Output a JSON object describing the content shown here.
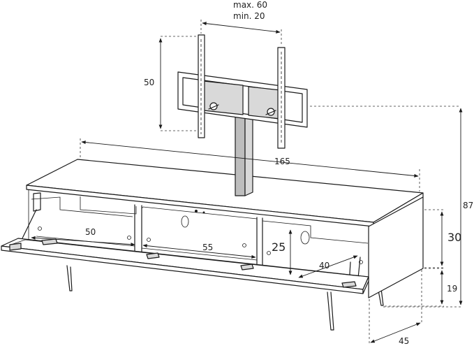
{
  "dimensions": {
    "bracket_spacing_max": "max. 60",
    "bracket_spacing_min": "min. 20",
    "bracket_height": "50",
    "cabinet_width": "165",
    "overall_height": "87",
    "cabinet_height": "30",
    "leg_height": "19",
    "depth": "45",
    "compartment_left_width": "50",
    "compartment_middle_width": "55",
    "compartment_right_depth": "40",
    "compartment_height": "25"
  }
}
